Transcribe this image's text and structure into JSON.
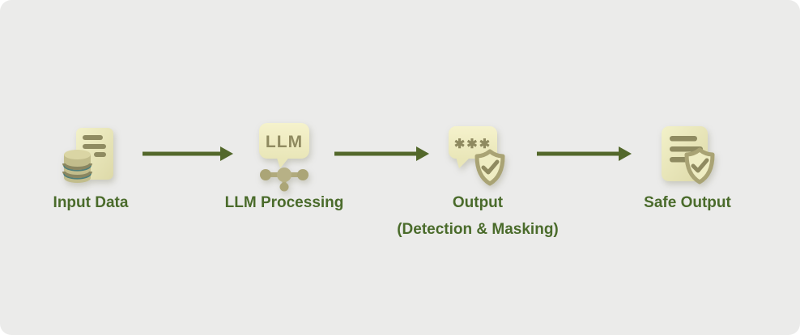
{
  "diagram": {
    "name": "llm-privacy-pipeline-flow",
    "steps": [
      {
        "label": "Input Data",
        "icon": "database-document-icon"
      },
      {
        "label": "LLM Processing",
        "icon": "llm-chat-network-icon",
        "bubble_text": "LLM"
      },
      {
        "label": "Output",
        "sublabel": "(Detection & Masking)",
        "icon": "masked-message-shield-icon",
        "bubble_text": "✱✱✱"
      },
      {
        "label": "Safe Output",
        "icon": "document-shield-icon"
      }
    ],
    "arrows": {
      "count": 3,
      "direction": "right"
    },
    "colors": {
      "card_background": "#EBEBEA",
      "page_background": "#FFFFFF",
      "arrow_green": "#53682B",
      "label_green": "#4A6B2B",
      "icon_cream": "#F2EFC6",
      "icon_olive": "#8F8A60",
      "icon_khaki": "#B0AA7C",
      "shield_bronze": "#A9A374",
      "database_teal_accent": "#4E7E7A"
    }
  }
}
